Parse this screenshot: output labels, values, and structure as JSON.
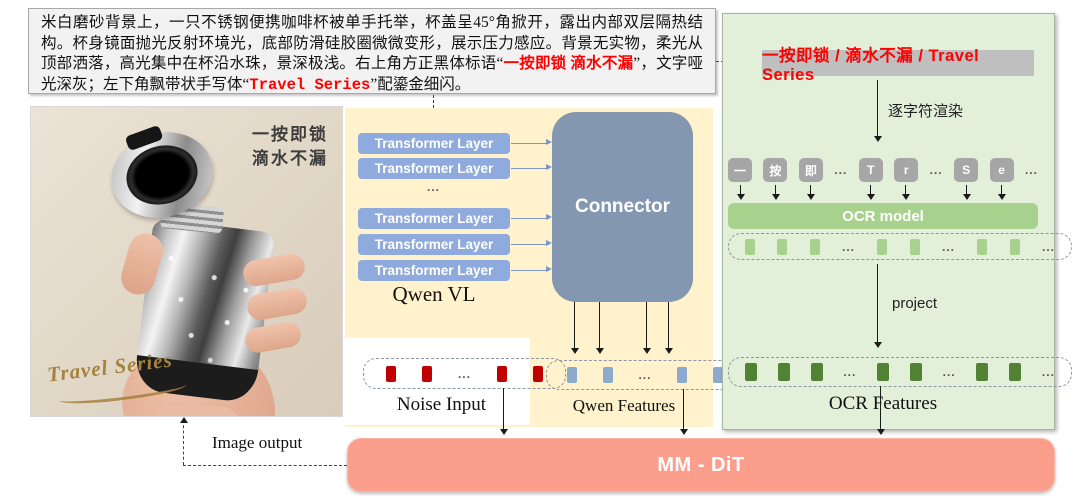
{
  "prompt": {
    "part1": "米白磨砂背景上，一只不锈钢便携咖啡杯被单手托举，杯盖呈45°角掀开，露出内部双层隔热结构。杯身镜面抛光反射环境光，底部防滑硅胶圈微微变形，展示压力感应。背景无实物，柔光从顶部洒落，高光集中在杯沿水珠，景深极浅。右上角方正黑体标语“",
    "part2_red": "一按即锁 滴水不漏",
    "part3": "”，文字哑光深灰；左下角飘带状手写体“",
    "part4_red": "Travel Series",
    "part5": "”配鎏金细闪。"
  },
  "photo": {
    "slogan_line1": "一按即锁",
    "slogan_line2": "滴水不漏",
    "brand_script": "Travel Series"
  },
  "qwen_panel": {
    "layer_label": "Transformer Layer",
    "name": "Qwen VL",
    "connector_label": "Connector",
    "features_label": "Qwen Features"
  },
  "noise": {
    "label": "Noise Input"
  },
  "ocr_panel": {
    "title": "一按即锁 / 滴水不漏 / Travel Series",
    "render_label": "逐字符渲染",
    "tokens": [
      "一",
      "按",
      "即",
      "...",
      "T",
      "r",
      "...",
      "S",
      "e",
      "..."
    ],
    "ocr_model_label": "OCR model",
    "project_label": "project",
    "features_label": "OCR Features"
  },
  "mmdit": {
    "label": "MM - DiT"
  },
  "image_output_label": "Image output",
  "ellipsis": "...",
  "colors": {
    "panel_yellow": "#FFF2CC",
    "panel_green": "#E2EFD9",
    "transformer_blue": "#8FAADC",
    "connector_gray_blue": "#8497B0",
    "ocr_model_green": "#A9D18E",
    "feature_light_green": "#A9D18E",
    "feature_dark_green": "#548235",
    "feature_blue": "#8EA9CE",
    "noise_red": "#C00000",
    "token_gray": "#A6A6A6",
    "mmdit_salmon": "#FB9E8B",
    "title_red": "#FF0000",
    "title_highlight_gray": "#BFBFBF"
  }
}
